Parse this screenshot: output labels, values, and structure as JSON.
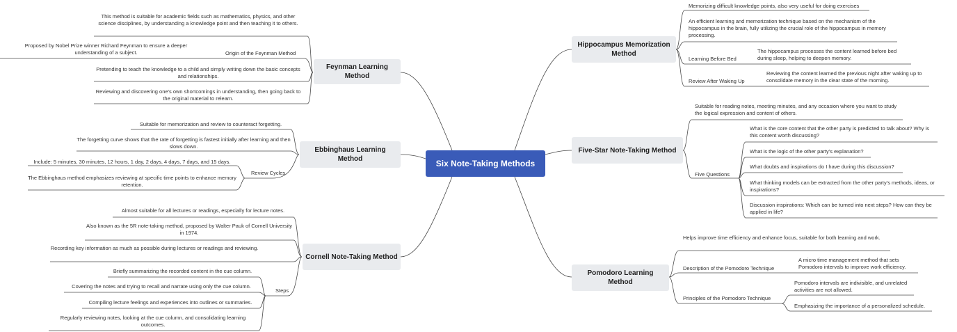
{
  "central": "Six Note-Taking Methods",
  "branches": {
    "feynman": {
      "title": "Feynman Learning Method",
      "items": [
        "This method is suitable for academic fields such as mathematics, physics, and other science disciplines, by understanding a knowledge point and then teaching it to others.",
        "Proposed by Nobel Prize winner Richard Feynman to ensure a deeper understanding of a subject.",
        "Pretending to teach the knowledge to a child and simply writing down the basic concepts and relationships.",
        "Reviewing and discovering one's own shortcomings in understanding, then going back to the original material to relearn."
      ],
      "origin_label": "Origin of the Feynman Method"
    },
    "ebbinghaus": {
      "title": "Ebbinghaus Learning Method",
      "items": [
        "Suitable for memorization and review to counteract forgetting.",
        "The forgetting curve shows that the rate of forgetting is fastest initially after learning and then slows down.",
        "Include: 5 minutes, 30 minutes, 12 hours, 1 day, 2 days, 4 days, 7 days, and 15 days.",
        "The Ebbinghaus method emphasizes reviewing at specific time points to enhance memory retention."
      ],
      "cycles_label": "Review Cycles"
    },
    "cornell": {
      "title": "Cornell Note-Taking Method",
      "items": [
        "Almost suitable for all lectures or readings, especially for lecture notes.",
        "Also known as the 5R note-taking method, proposed by Walter Pauk of Cornell University in 1974.",
        "Recording key information as much as possible during lectures or readings and reviewing.",
        "Briefly summarizing the recorded content in the cue column.",
        "Covering the notes and trying to recall and narrate using only the cue column.",
        "Compiling lecture feelings and experiences into outlines or summaries.",
        "Regularly reviewing notes, looking at the cue column, and consolidating learning outcomes."
      ],
      "steps_label": "Steps"
    },
    "hippocampus": {
      "title": "Hippocampus Memorization Method",
      "items": [
        "Memorizing difficult knowledge points, also very useful for doing exercises",
        "An efficient learning and memorization technique based on the mechanism of the hippocampus in the brain, fully utilizing the crucial role of the hippocampus in memory processing.",
        "The hippocampus processes the content learned before bed during sleep, helping to deepen memory.",
        "Reviewing the content learned the previous night after waking up to consolidate memory in the clear state of the morning."
      ],
      "bed_label": "Learning Before Bed",
      "wake_label": "Review After Waking Up"
    },
    "fivestar": {
      "title": "Five-Star Note-Taking Method",
      "items": [
        "Suitable for reading notes, meeting minutes, and any occasion where you want to study the logical expression and content of others.",
        "What is the core content that the other party is predicted to talk about? Why is this content worth discussing?",
        "What is the logic of the other party's explanation?",
        "What doubts and inspirations do I have during this discussion?",
        "What thinking models can be extracted from the other party's methods, ideas, or inspirations?",
        "Discussion inspirations: Which can be turned into next steps? How can they be applied in life?"
      ],
      "questions_label": "Five Questions"
    },
    "pomodoro": {
      "title": "Pomodoro Learning Method",
      "items": [
        "Helps improve time efficiency and enhance focus, suitable for both learning and work.",
        "A micro time management method that sets Pomodoro intervals to improve work efficiency.",
        "Pomodoro intervals are indivisible, and unrelated activities are not allowed.",
        "Emphasizing the importance of a personalized schedule."
      ],
      "description_label": "Description of the Pomodoro Technique",
      "principles_label": "Principles of the Pomodoro Technique"
    }
  }
}
